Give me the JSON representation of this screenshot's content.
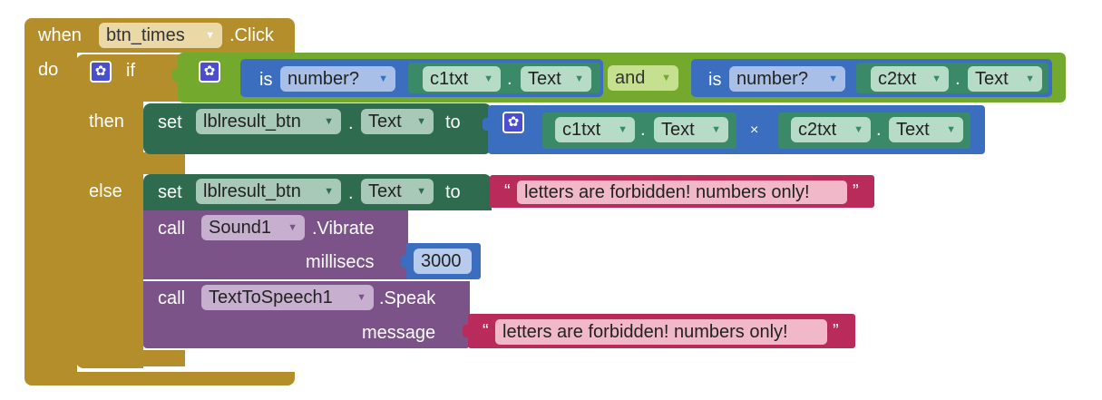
{
  "event": {
    "when": "when",
    "component": "btn_times",
    "event": ".Click",
    "do": "do"
  },
  "if_block": {
    "if": "if",
    "then": "then",
    "else": "else"
  },
  "condition": {
    "left": {
      "is": "is",
      "test": "number?",
      "component": "c1txt",
      "dot": ".",
      "property": "Text"
    },
    "op": "and",
    "right": {
      "is": "is",
      "test": "number?",
      "component": "c2txt",
      "dot": ".",
      "property": "Text"
    }
  },
  "then_set": {
    "set": "set",
    "component": "lblresult_btn",
    "dot": ".",
    "property": "Text",
    "to": "to",
    "multiply": {
      "left": {
        "component": "c1txt",
        "dot": ".",
        "property": "Text"
      },
      "op": "×",
      "right": {
        "component": "c2txt",
        "dot": ".",
        "property": "Text"
      }
    }
  },
  "else_set": {
    "set": "set",
    "component": "lblresult_btn",
    "dot": ".",
    "property": "Text",
    "to": "to",
    "text": {
      "open": "“",
      "value": "letters are forbidden! numbers only!",
      "close": "”"
    }
  },
  "vibrate": {
    "call": "call",
    "component": "Sound1",
    "method": ".Vibrate",
    "arg_label": "millisecs",
    "arg_value": "3000"
  },
  "speak": {
    "call": "call",
    "component": "TextToSpeech1",
    "method": ".Speak",
    "arg_label": "message",
    "text": {
      "open": "“",
      "value": "letters are forbidden! numbers only!",
      "close": "”"
    }
  },
  "colors": {
    "control": "#b38e2a",
    "logic": "#73a92d",
    "math": "#3c6ec0",
    "setter": "#2e6b4f",
    "getter": "#3a8a6a",
    "text": "#b82b5b",
    "method": "#7b5388"
  }
}
